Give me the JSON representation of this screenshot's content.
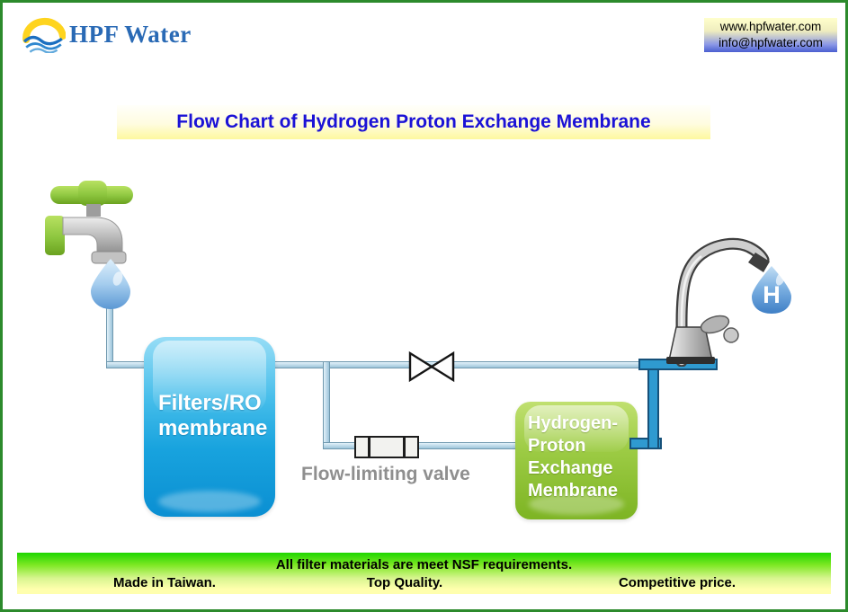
{
  "header": {
    "logo_text": "HPF Water",
    "website": "www.hpfwater.com",
    "email": "info@hpfwater.com"
  },
  "title": "Flow Chart of Hydrogen Proton Exchange Membrane",
  "diagram": {
    "filters_box": {
      "line1": "Filters/RO",
      "line2": "membrane"
    },
    "membrane_box": {
      "line1": "Hydrogen-",
      "line2": "Proton",
      "line3": "Exchange",
      "line4": "Membrane"
    },
    "flow_valve_label": "Flow-limiting valve",
    "h_drop_letter": "H"
  },
  "footer": {
    "line1": "All filter materials are meet NSF requirements.",
    "made_in": "Made in Taiwan.",
    "quality": "Top Quality.",
    "price": "Competitive price."
  },
  "colors": {
    "page_border": "#2c8a2c",
    "title_text": "#1b12d6",
    "title_bg": "#fdf89e",
    "filters_box_blue": "#18a3de",
    "membrane_box_green": "#8cc63e",
    "pipe_thin": "#b7d8e8",
    "pipe_thick": "#2f9ad0",
    "banner_green": "#1ed600",
    "banner_yellow": "#ffffad",
    "contact_box_blue": "#4a5fd0",
    "logo_blue": "#2a6ab5",
    "water_drop_blue": "#5b98d4",
    "flow_label_gray": "#8f8f8f"
  }
}
